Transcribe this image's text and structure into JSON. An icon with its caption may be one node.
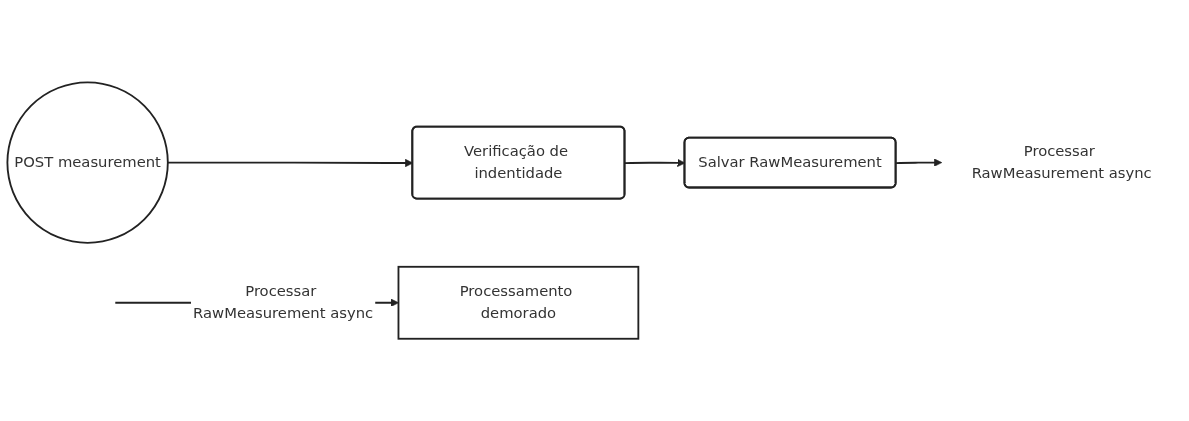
{
  "diagram": {
    "nodes": [
      {
        "text": [
          "POST measurement"
        ]
      },
      {
        "text": [
          "Verificação de indentidade"
        ]
      },
      {
        "text": [
          "Salvar RawMeasurement"
        ]
      },
      {
        "text": [
          "Processar RawMeasurement async"
        ]
      },
      {
        "text": [
          "Processamento demorado"
        ]
      }
    ],
    "edges": [
      {
        "from": 0,
        "to": 1,
        "arrow": "to"
      },
      {
        "from": 1,
        "to": 2,
        "arrow": "to"
      },
      {
        "from": 2,
        "to": 3,
        "arrow": "to"
      },
      {
        "from": null,
        "to": 4,
        "arrow": "to",
        "label": "Processar RawMeasurement async"
      }
    ]
  }
}
